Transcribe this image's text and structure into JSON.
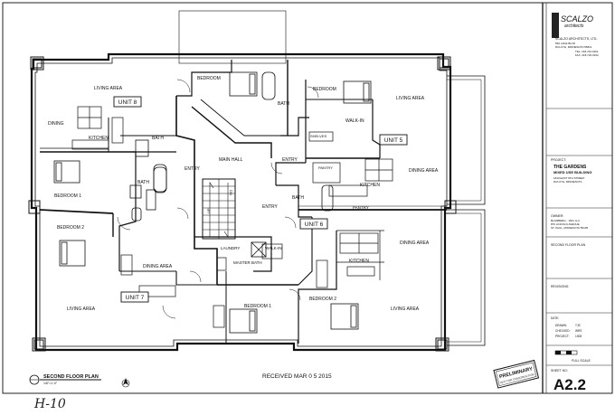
{
  "plan": {
    "units": [
      "UNIT 8",
      "UNIT 5",
      "UNIT 6",
      "UNIT 7"
    ],
    "rooms": {
      "living_area": "LIVING AREA",
      "bedroom": "BEDROOM",
      "bedroom_1": "BEDROOM 1",
      "bedroom_2": "BEDROOM 2",
      "dining": "DINING",
      "dining_area": "DINING AREA",
      "kitchen": "KITCHEN",
      "bath": "BATH",
      "master_bath": "MASTER BATH",
      "entry": "ENTRY",
      "main_hall": "MAIN HALL",
      "walk_in": "WALK-IN",
      "shelves": "SHELVES",
      "pantry": "PANTRY",
      "laundry": "LAUNDRY",
      "up": "UP",
      "dn": "DN"
    },
    "stamp_received": "RECEIVED MAR 0 5 2015",
    "drawing_title": "SECOND FLOOR PLAN",
    "scale_note": "1/8\"=1'-0\"",
    "preliminary": "PRELIMINARY",
    "not_for_construction": "NOT FOR CONSTRUCTION",
    "handwritten_note": "H-10"
  },
  "title_block": {
    "logo_text": "SCALZO",
    "logo_sub": "architects",
    "firm_name": "SCALZO ARCHITECTS, LTD.",
    "firm_address_1": "560 LAKE BLVD",
    "firm_address_2": "DULUTH, MINNESOTA 55811",
    "firm_tel": "TEL: 218.722.0161",
    "firm_fax": "FAX: 218.722.0162",
    "project_label": "PROJECT:",
    "project_name_1": "THE GARDENS",
    "project_name_2": "MIXED USE BUILDING",
    "project_addr_1": "1810 EAST 9TH STREET",
    "project_addr_2": "DULUTH, MINNESOTA",
    "owner_label": "OWNER:",
    "owner_1": "BLAMBERG - 1821 LLC",
    "owner_2": "870 LINCOLN AVENUE",
    "owner_3": "ST. PAUL, MINNESOTA 55105",
    "sheet_desc": "SECOND FLOOR PLAN",
    "revisions_label": "REVISIONS:",
    "date_label": "DATE:",
    "drawn_label": "DRAWN:",
    "drawn_value": "TJS",
    "checked_label": "CHECKED:",
    "checked_value": "WRS",
    "project_no_label": "PROJECT:",
    "project_no_value": "1308",
    "full_scale": "FULL SCALE",
    "sheet_no_label": "SHEET NO:",
    "sheet_no": "A2.2"
  },
  "colors": {
    "line": "#111111",
    "paper": "#ffffff",
    "pencil": "#222222"
  }
}
